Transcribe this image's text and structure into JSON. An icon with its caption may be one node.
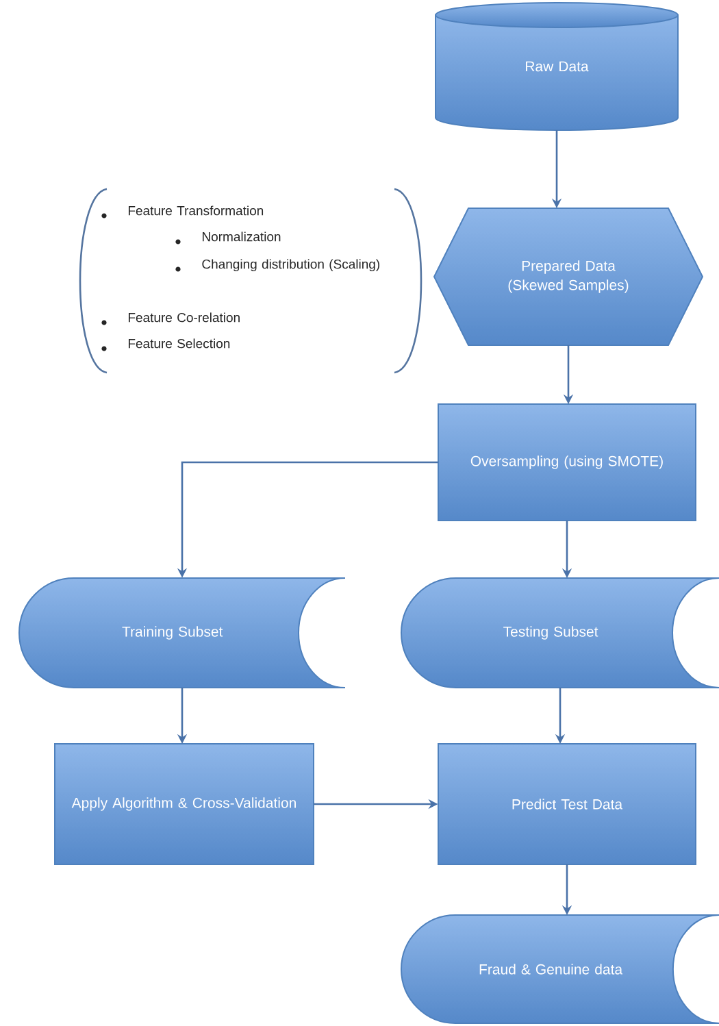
{
  "diagram": {
    "nodes": [
      {
        "text": [
          "Raw Data"
        ]
      },
      {
        "text": [
          "Prepared Data (Skewed Samples)"
        ]
      },
      {
        "text": [
          "Oversampling (using SMOTE)"
        ]
      },
      {
        "text": [
          "Training Subset"
        ]
      },
      {
        "text": [
          "Testing Subset"
        ]
      },
      {
        "text": [
          "Apply Algorithm & Cross-Validation"
        ]
      },
      {
        "text": [
          "Predict Test Data"
        ]
      },
      {
        "text": [
          "Fraud & Genuine data"
        ]
      }
    ],
    "edges": [
      {
        "from": 0,
        "to": 1,
        "arrow": "to"
      },
      {
        "from": 1,
        "to": 2,
        "arrow": "to"
      },
      {
        "from": 2,
        "to": 3,
        "arrow": "to"
      },
      {
        "from": 2,
        "to": 4,
        "arrow": "to"
      },
      {
        "from": 3,
        "to": 5,
        "arrow": "to"
      },
      {
        "from": 4,
        "to": 6,
        "arrow": "to"
      },
      {
        "from": 5,
        "to": 6,
        "arrow": "to"
      },
      {
        "from": 6,
        "to": 7,
        "arrow": "to"
      }
    ],
    "labels": [
      "Feature Transformation",
      "Normalization",
      "Changing distribution (Scaling)",
      "Feature Co-relation",
      "Feature Selection"
    ]
  }
}
